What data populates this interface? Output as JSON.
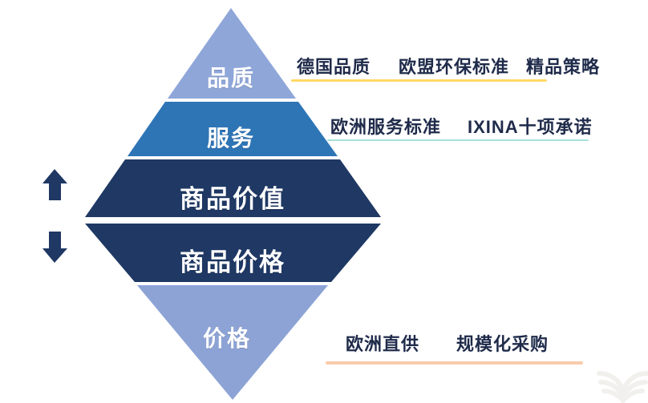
{
  "diagram": {
    "arrow_color": "#1F3864",
    "bands": [
      {
        "label": "品质",
        "color": "#8FA6D9"
      },
      {
        "label": "服务",
        "color": "#2E75B6"
      },
      {
        "label": "商品价值",
        "color": "#1F3864"
      },
      {
        "label": "商品价格",
        "color": "#1F3864"
      },
      {
        "label": "价格",
        "color": "#8DA3D5"
      }
    ]
  },
  "annotations": {
    "text_color": "#1F2B4A",
    "quality_row": {
      "items": [
        "德国品质",
        "欧盟环保标准",
        "精品策略"
      ],
      "underline_color": "#FFD966"
    },
    "service_row": {
      "items": [
        "欧洲服务标准",
        "IXINA十项承诺"
      ],
      "underline_color": "#A5E1DB"
    },
    "price_row": {
      "items": [
        "欧洲直供",
        "规模化采购"
      ],
      "underline_color": "#F8CBAD"
    }
  },
  "watermark": {
    "color": "#F1F0ED"
  }
}
